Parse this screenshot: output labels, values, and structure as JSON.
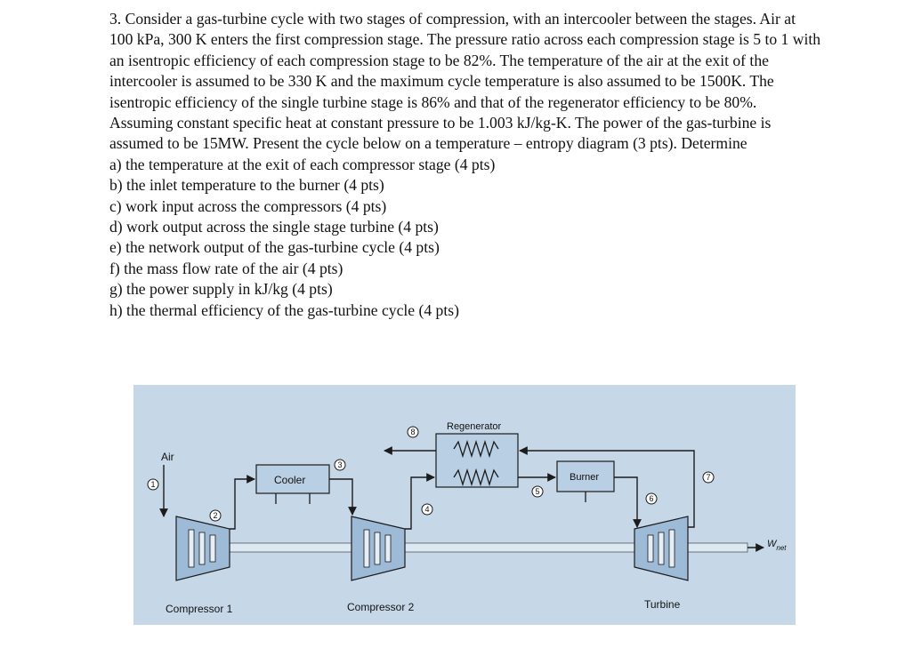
{
  "problem": {
    "text": "3. Consider a gas-turbine cycle with two stages of compression, with an intercooler between the stages. Air at 100 kPa, 300 K enters the first compression stage. The pressure ratio across each compression stage is 5 to 1 with an isentropic efficiency of each compression stage to be 82%. The temperature of the air at the exit of the intercooler is assumed to be 330 K and the maximum cycle temperature is also assumed to be 1500K.  The isentropic efficiency of the single turbine stage is 86% and that of the regenerator efficiency to be 80%. Assuming constant specific heat at constant pressure to be 1.003 kJ/kg-K. The power of the gas-turbine is assumed to be 15MW. Present the cycle below on a temperature – entropy diagram (3 pts). Determine",
    "items": [
      "a) the temperature at the exit of each compressor stage (4 pts)",
      "b) the inlet temperature to the burner (4 pts)",
      "c) work input across the compressors (4 pts)",
      "d) work output across the single stage turbine (4 pts)",
      "e) the network output of the gas-turbine cycle (4 pts)",
      "f) the mass flow rate of the air (4 pts)",
      "g) the power supply in kJ/kg (4 pts)",
      "h) the thermal efficiency of the gas-turbine cycle (4 pts)"
    ]
  },
  "figure": {
    "regenerator": "Regenerator",
    "cooler": "Cooler",
    "burner": "Burner",
    "air": "Air",
    "compressor1": "Compressor 1",
    "compressor2": "Compressor 2",
    "turbine": "Turbine",
    "wnet": "W",
    "wnet_sub": "net",
    "states": [
      "1",
      "2",
      "3",
      "4",
      "5",
      "6",
      "7",
      "8"
    ],
    "colors": {
      "background": "#c6d8e8",
      "machine": "#9dbad6",
      "box": "#b9cfe4",
      "line": "#1b1b1b"
    }
  }
}
